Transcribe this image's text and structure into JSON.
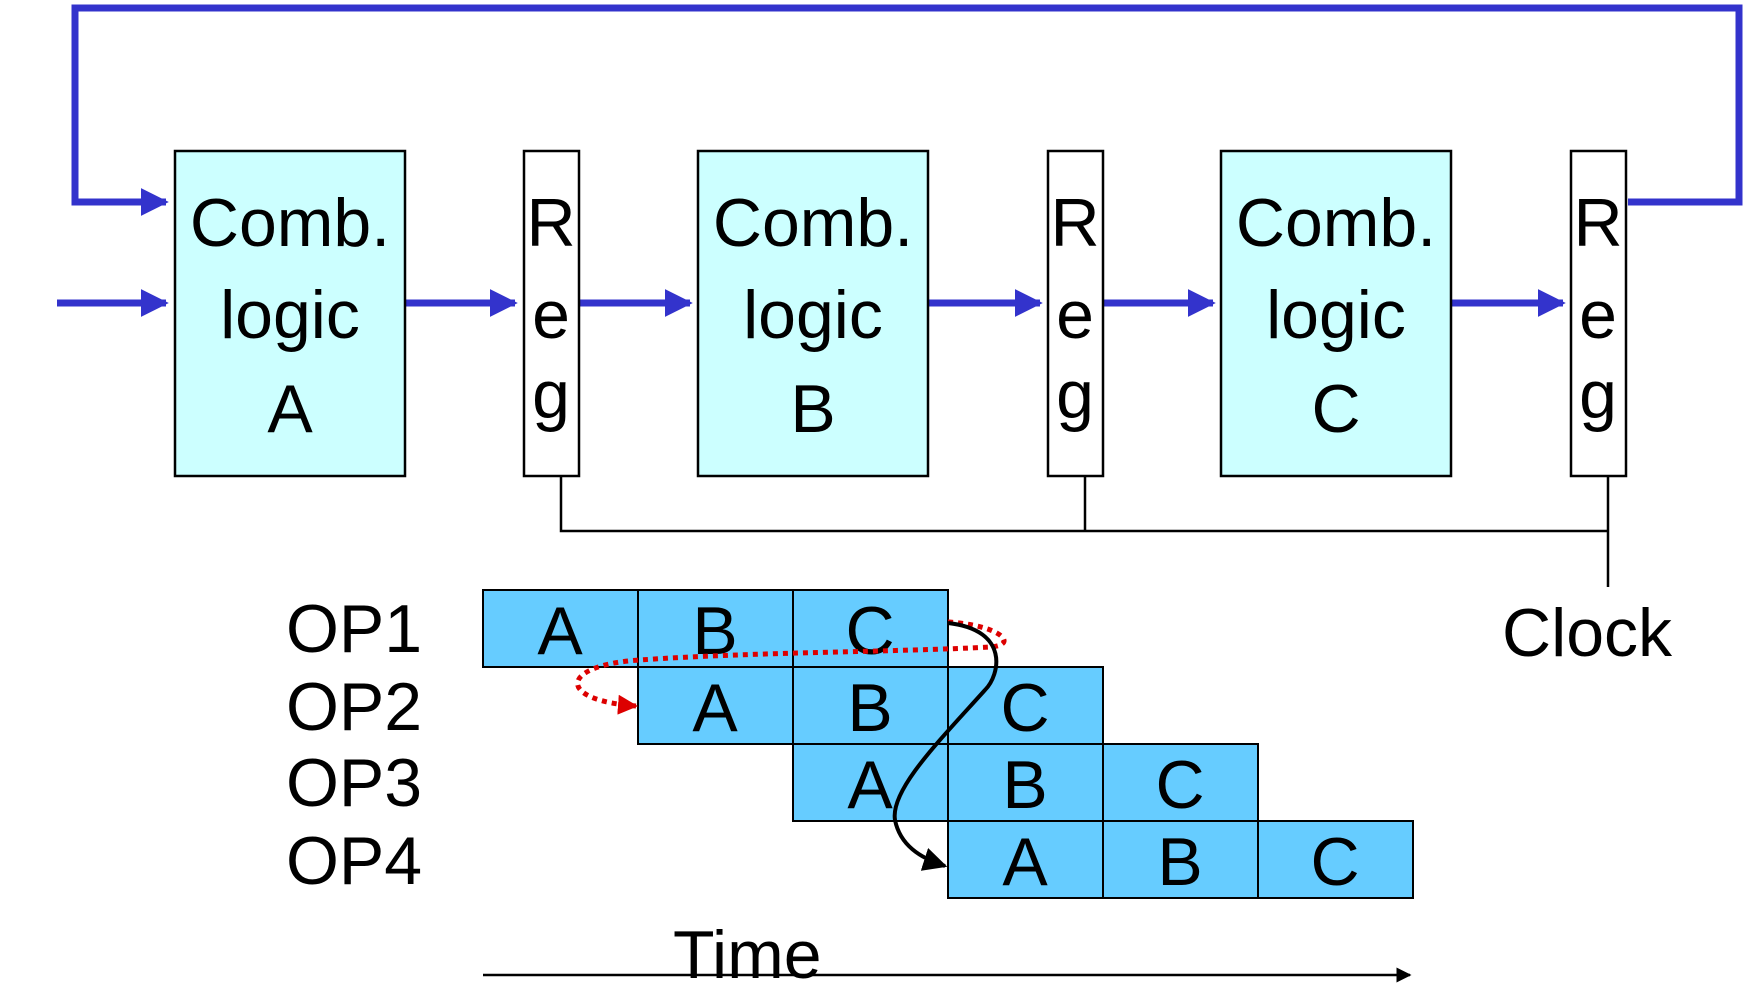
{
  "blocks": [
    {
      "line1": "Comb.",
      "line2": "logic",
      "line3": "A"
    },
    {
      "line1": "Comb.",
      "line2": "logic",
      "line3": "B"
    },
    {
      "line1": "Comb.",
      "line2": "logic",
      "line3": "C"
    }
  ],
  "registers": [
    {
      "r": "R",
      "e": "e",
      "g": "g"
    },
    {
      "r": "R",
      "e": "e",
      "g": "g"
    },
    {
      "r": "R",
      "e": "e",
      "g": "g"
    }
  ],
  "clock_label": "Clock",
  "operations": [
    {
      "label": "OP1",
      "stages": [
        "A",
        "B",
        "C"
      ]
    },
    {
      "label": "OP2",
      "stages": [
        "A",
        "B",
        "C"
      ]
    },
    {
      "label": "OP3",
      "stages": [
        "A",
        "B",
        "C"
      ]
    },
    {
      "label": "OP4",
      "stages": [
        "A",
        "B",
        "C"
      ]
    }
  ],
  "time_label": "Time",
  "colors": {
    "comb_fill": "#ccffff",
    "stage_fill": "#66ccff",
    "bus": "#3333cc",
    "dependency": "#dd0000"
  }
}
